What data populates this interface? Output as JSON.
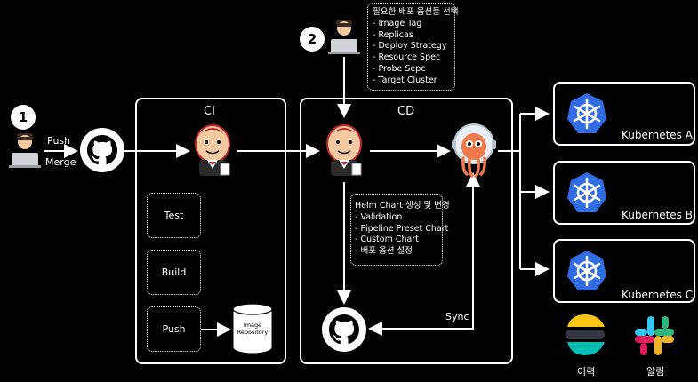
{
  "step1": {
    "badge": "1",
    "push": "Push",
    "merge": "Merge"
  },
  "step2": {
    "badge": "2"
  },
  "options": {
    "title": "필요한 배포 옵션들 선택",
    "items": [
      "- Image Tag",
      "- Replicas",
      "- Deploy Strategy",
      "- Resource Spec",
      "- Probe Sepc",
      "- Target Cluster"
    ]
  },
  "ci": {
    "title": "CI",
    "stages": [
      "Test",
      "Build",
      "Push"
    ],
    "repo_line1": "Image",
    "repo_line2": "Repository"
  },
  "cd": {
    "title": "CD",
    "helm": {
      "title": "Helm Chart 생성 및 변경",
      "items": [
        "- Validation",
        "- Pipeline Preset Chart",
        "- Custom Chart",
        "- 배포 옵션 설정"
      ]
    },
    "sync": "Sync"
  },
  "clusters": [
    "Kubernetes A",
    "Kubernetes B",
    "Kubernetes C"
  ],
  "tools": {
    "history": "이력",
    "alert": "알림"
  },
  "colors": {
    "k8s": "#326ce5",
    "background": "#000000",
    "line": "#ffffff"
  }
}
